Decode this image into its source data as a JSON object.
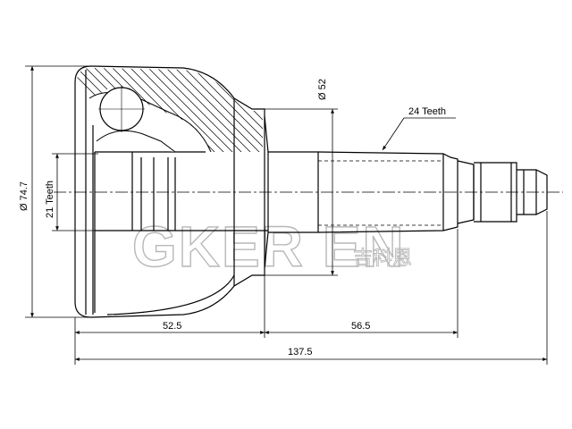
{
  "drawing": {
    "type": "cv-joint-technical-drawing",
    "dimensions": {
      "outer_diameter": "Ø 74.7",
      "inner_spline": "21 Teeth",
      "shaft_diameter": "Ø 52",
      "outer_spline": "24 Teeth",
      "body_length": "52.5",
      "shaft_length": "56.5",
      "overall_length": "137.5"
    },
    "watermark": {
      "brand": "GKER EN",
      "chinese": "吉科恩"
    },
    "colors": {
      "line": "#000000",
      "watermark": "#b8b8b8",
      "background": "#ffffff"
    }
  }
}
